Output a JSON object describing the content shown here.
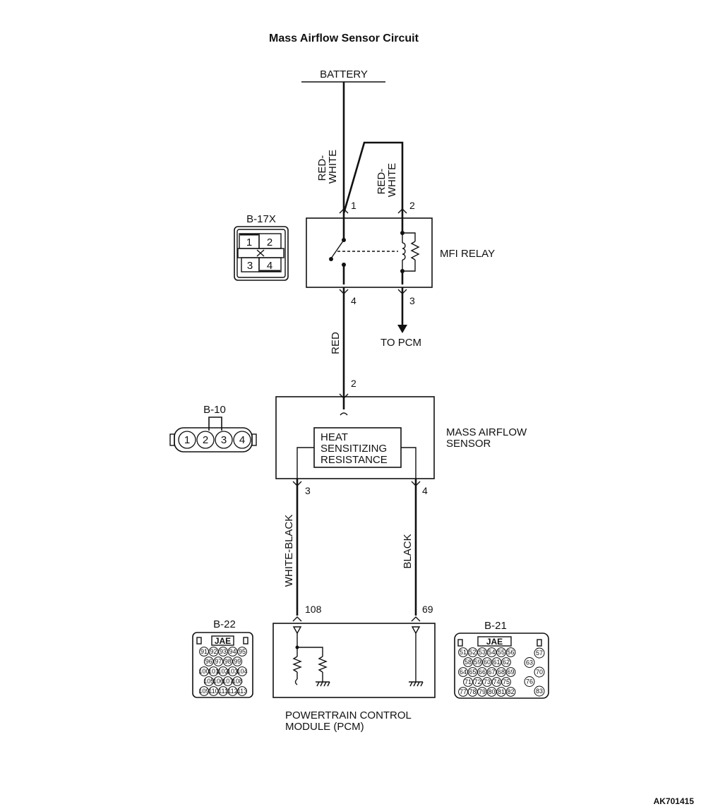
{
  "title": "Mass Airflow Sensor Circuit",
  "battery": "BATTERY",
  "wires": {
    "battery_to_relay1": "RED-\nWHITE",
    "battery_to_relay2": "RED-\nWHITE",
    "relay4_to_sensor": "RED",
    "sensor3_to_pcm": "WHITE-BLACK",
    "sensor4_to_pcm": "BLACK"
  },
  "components": {
    "relay": "MFI RELAY",
    "to_pcm": "TO PCM",
    "sensor_name": [
      "MASS AIRFLOW",
      "SENSOR"
    ],
    "heat_resistance": [
      "HEAT",
      "SENSITIZING",
      "RESISTANCE"
    ],
    "pcm": [
      "POWERTRAIN CONTROL",
      "MODULE (PCM)"
    ]
  },
  "pins": {
    "relay_1": "1",
    "relay_2": "2",
    "relay_4": "4",
    "relay_3": "3",
    "sensor_2": "2",
    "sensor_3": "3",
    "sensor_4": "4",
    "pcm_108": "108",
    "pcm_69": "69"
  },
  "connectors": {
    "b17x": {
      "name": "B-17X",
      "pins": [
        "1",
        "2",
        "3",
        "4"
      ]
    },
    "b10": {
      "name": "B-10",
      "pins": [
        "1",
        "2",
        "3",
        "4"
      ]
    },
    "b22": {
      "name": "B-22",
      "maker": "JAE",
      "rows": [
        [
          "91",
          "92",
          "93",
          "94",
          "95"
        ],
        [
          "96",
          "97",
          "98",
          "99"
        ],
        [
          "100",
          "101",
          "102",
          "103",
          "104"
        ],
        [
          "105",
          "106",
          "107",
          "108"
        ],
        [
          "109",
          "110",
          "111",
          "112",
          "113"
        ]
      ]
    },
    "b21": {
      "name": "B-21",
      "maker": "JAE",
      "rows": [
        [
          "51",
          "52",
          "53",
          "54",
          "55",
          "56"
        ],
        [
          "58",
          "59",
          "60",
          "61",
          "62"
        ],
        [
          "64",
          "65",
          "66",
          "67",
          "68",
          "69"
        ],
        [
          "71",
          "72",
          "73",
          "74",
          "75"
        ],
        [
          "77",
          "78",
          "79",
          "80",
          "81",
          "82"
        ]
      ],
      "side_pins": [
        "57",
        "63",
        "70",
        "76",
        "83"
      ]
    }
  },
  "figure_id": "AK701415"
}
